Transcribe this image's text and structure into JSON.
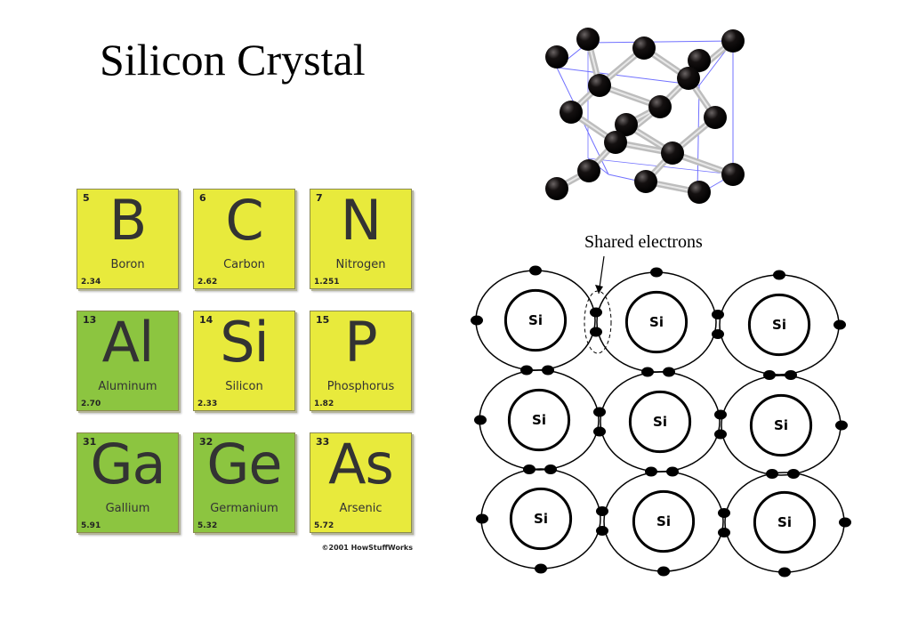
{
  "title": "Silicon Crystal",
  "periodic_table": {
    "rows": [
      [
        {
          "number": "5",
          "symbol": "B",
          "name": "Boron",
          "mass": "2.34",
          "color": "yellow"
        },
        {
          "number": "6",
          "symbol": "C",
          "name": "Carbon",
          "mass": "2.62",
          "color": "yellow"
        },
        {
          "number": "7",
          "symbol": "N",
          "name": "Nitrogen",
          "mass": "1.251",
          "color": "yellow"
        }
      ],
      [
        {
          "number": "13",
          "symbol": "Al",
          "name": "Aluminum",
          "mass": "2.70",
          "color": "green"
        },
        {
          "number": "14",
          "symbol": "Si",
          "name": "Silicon",
          "mass": "2.33",
          "color": "yellow"
        },
        {
          "number": "15",
          "symbol": "P",
          "name": "Phosphorus",
          "mass": "1.82",
          "color": "yellow"
        }
      ],
      [
        {
          "number": "31",
          "symbol": "Ga",
          "name": "Gallium",
          "mass": "5.91",
          "color": "green"
        },
        {
          "number": "32",
          "symbol": "Ge",
          "name": "Germanium",
          "mass": "5.32",
          "color": "green"
        },
        {
          "number": "33",
          "symbol": "As",
          "name": "Arsenic",
          "mass": "5.72",
          "color": "yellow"
        }
      ]
    ],
    "copyright": "©2001 HowStuffWorks",
    "colors": {
      "yellow": "#e8ea3c",
      "green": "#8cc540"
    }
  },
  "bond_diagram": {
    "label": "Shared electrons",
    "atom_label": "Si",
    "grid": {
      "rows": 3,
      "cols": 3
    }
  },
  "crystal_model": {
    "atom_color": "#141010",
    "bond_color": "#bdbdbd",
    "cell_edge_color": "#7070ff"
  }
}
